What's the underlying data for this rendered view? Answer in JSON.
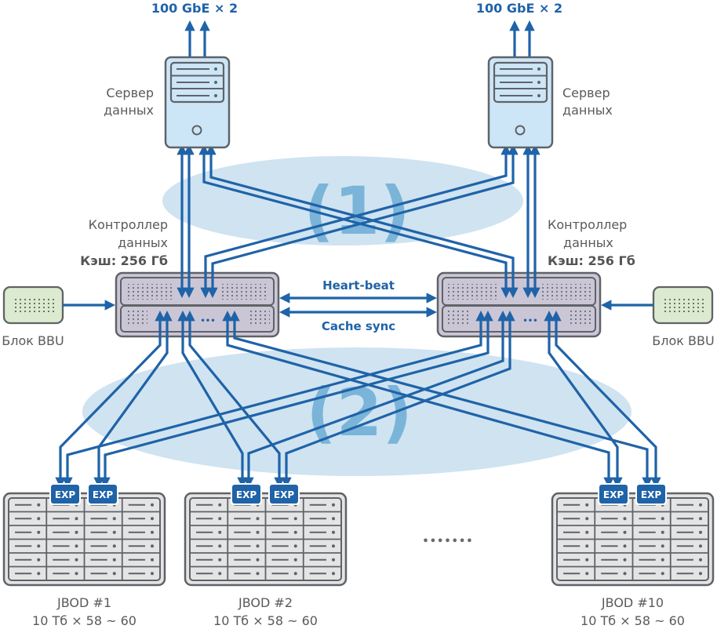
{
  "uplinks": [
    {
      "label": "100 GbE × 2"
    },
    {
      "label": "100 GbE × 2"
    }
  ],
  "servers": [
    {
      "label_line1": "Сервер",
      "label_line2": "данных"
    },
    {
      "label_line1": "Сервер",
      "label_line2": "данных"
    }
  ],
  "controllers": [
    {
      "label_line1": "Контроллер",
      "label_line2": "данных",
      "cache": "Кэш: 256 Гб"
    },
    {
      "label_line1": "Контроллер",
      "label_line2": "данных",
      "cache": "Кэш: 256 Гб"
    }
  ],
  "interconnect": {
    "heartbeat": "Heart-beat",
    "cache_sync": "Cache sync"
  },
  "bbu": [
    {
      "label": "Блок BBU"
    },
    {
      "label": "Блок BBU"
    }
  ],
  "zones": [
    {
      "label": "(1)"
    },
    {
      "label": "(2)"
    }
  ],
  "controller_port_ellipsis": "•••",
  "jbods": [
    {
      "name": "JBOD #1",
      "capacity": "10 Тб × 58 ~ 60",
      "expanders": [
        "EXP",
        "EXP"
      ]
    },
    {
      "name": "JBOD #2",
      "capacity": "10 Тб × 58 ~ 60",
      "expanders": [
        "EXP",
        "EXP"
      ]
    },
    {
      "name": "JBOD #10",
      "capacity": "10 Тб × 58 ~ 60",
      "expanders": [
        "EXP",
        "EXP"
      ]
    }
  ],
  "jbod_ellipsis": "•••••••",
  "colors": {
    "link": "#1f63a8",
    "zone_fill": "#cfe3f1",
    "zone_text": "#7bb4d9",
    "server_fill": "#cde6f7",
    "controller_fill": "#cbc6d6",
    "bbu_fill": "#dcebcf",
    "jbod_fill": "#e4e4e4",
    "outline": "#5f6368"
  }
}
